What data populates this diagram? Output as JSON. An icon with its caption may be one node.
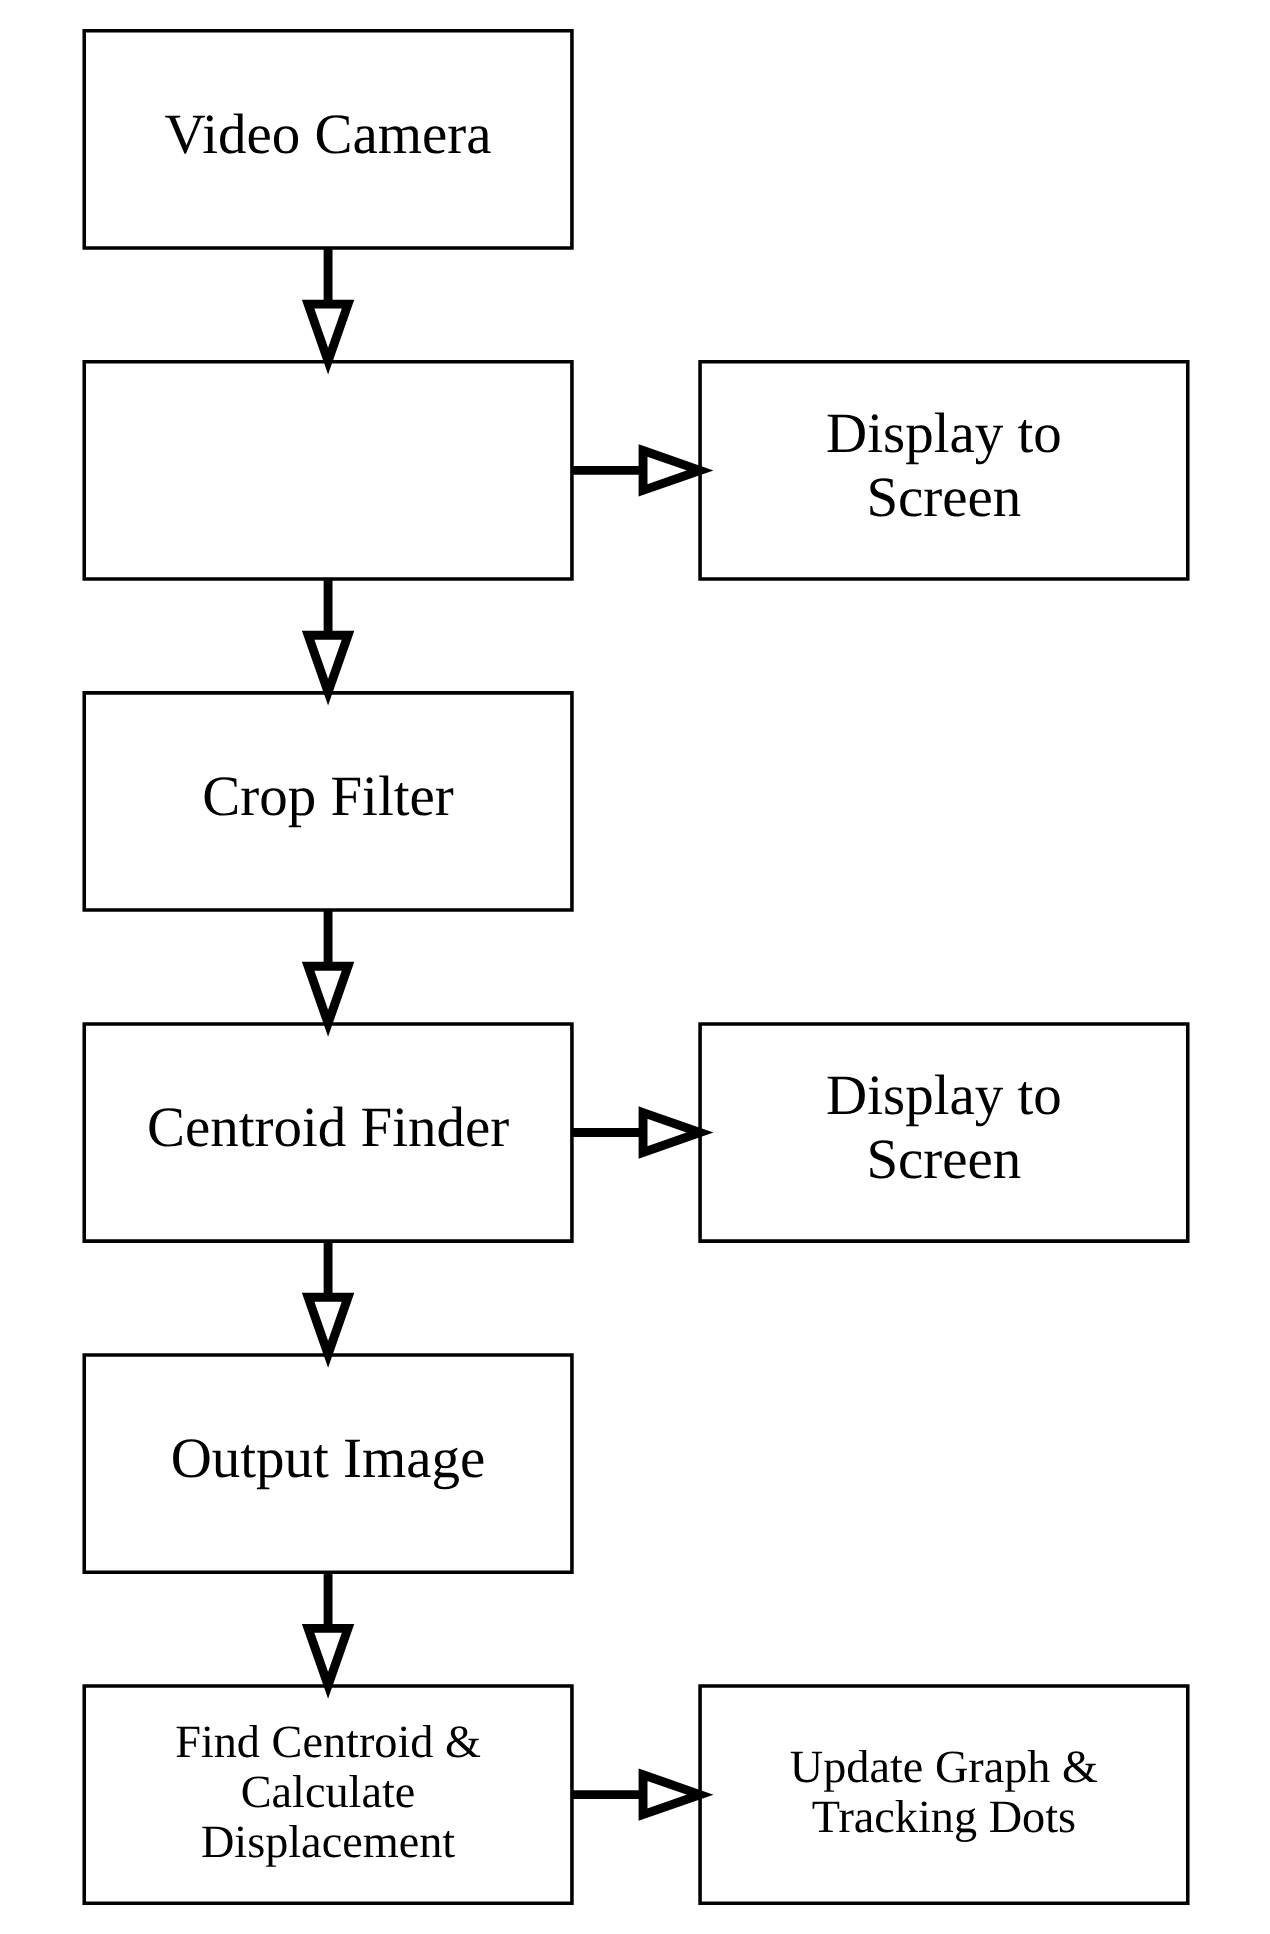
{
  "diagram": {
    "nodes": [
      {
        "text": [
          "Video Camera"
        ]
      },
      {
        "text": [],
        "shape": "box"
      },
      {
        "text": [
          "Display to Screen"
        ]
      },
      {
        "text": [
          "Crop Filter"
        ]
      },
      {
        "text": [
          "Centroid Finder"
        ]
      },
      {
        "text": [
          "Display to Screen"
        ]
      },
      {
        "text": [
          "Output Image"
        ]
      },
      {
        "text": [
          "Find Centroid & Calculate Displacement"
        ]
      },
      {
        "text": [
          "Update Graph & Tracking Dots"
        ]
      }
    ],
    "edges": [
      {
        "from": 0,
        "to": 1,
        "arrow": "to"
      },
      {
        "from": 1,
        "to": 2,
        "arrow": "to"
      },
      {
        "from": 1,
        "to": 3,
        "arrow": "to"
      },
      {
        "from": 3,
        "to": 4,
        "arrow": "to"
      },
      {
        "from": 4,
        "to": 5,
        "arrow": "to"
      },
      {
        "from": 4,
        "to": 6,
        "arrow": "to"
      },
      {
        "from": 6,
        "to": 7,
        "arrow": "to"
      },
      {
        "from": 7,
        "to": 8,
        "arrow": "to"
      }
    ]
  }
}
